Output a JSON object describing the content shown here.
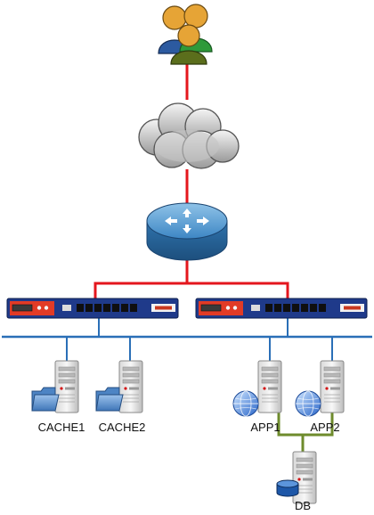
{
  "nodes": {
    "users": {
      "icon": "users-group-icon"
    },
    "internet": {
      "icon": "cloud-icon"
    },
    "router": {
      "icon": "router-icon"
    },
    "appliance_left": {
      "icon": "network-appliance-icon"
    },
    "appliance_right": {
      "icon": "network-appliance-icon"
    },
    "cache1": {
      "label": "CACHE1",
      "icon": "server-with-folder-icon"
    },
    "cache2": {
      "label": "CACHE2",
      "icon": "server-with-folder-icon"
    },
    "app1": {
      "label": "APP1",
      "icon": "server-with-globe-icon"
    },
    "app2": {
      "label": "APP2",
      "icon": "server-with-globe-icon"
    },
    "db": {
      "label": "DB",
      "icon": "server-with-database-icon"
    }
  },
  "colors": {
    "wan_link": "#e4161d",
    "lan_bus": "#2a6fb7",
    "db_link": "#6e8b2c",
    "appliance_body": "#1f3a8a",
    "appliance_faceplate": "#e23b26"
  }
}
